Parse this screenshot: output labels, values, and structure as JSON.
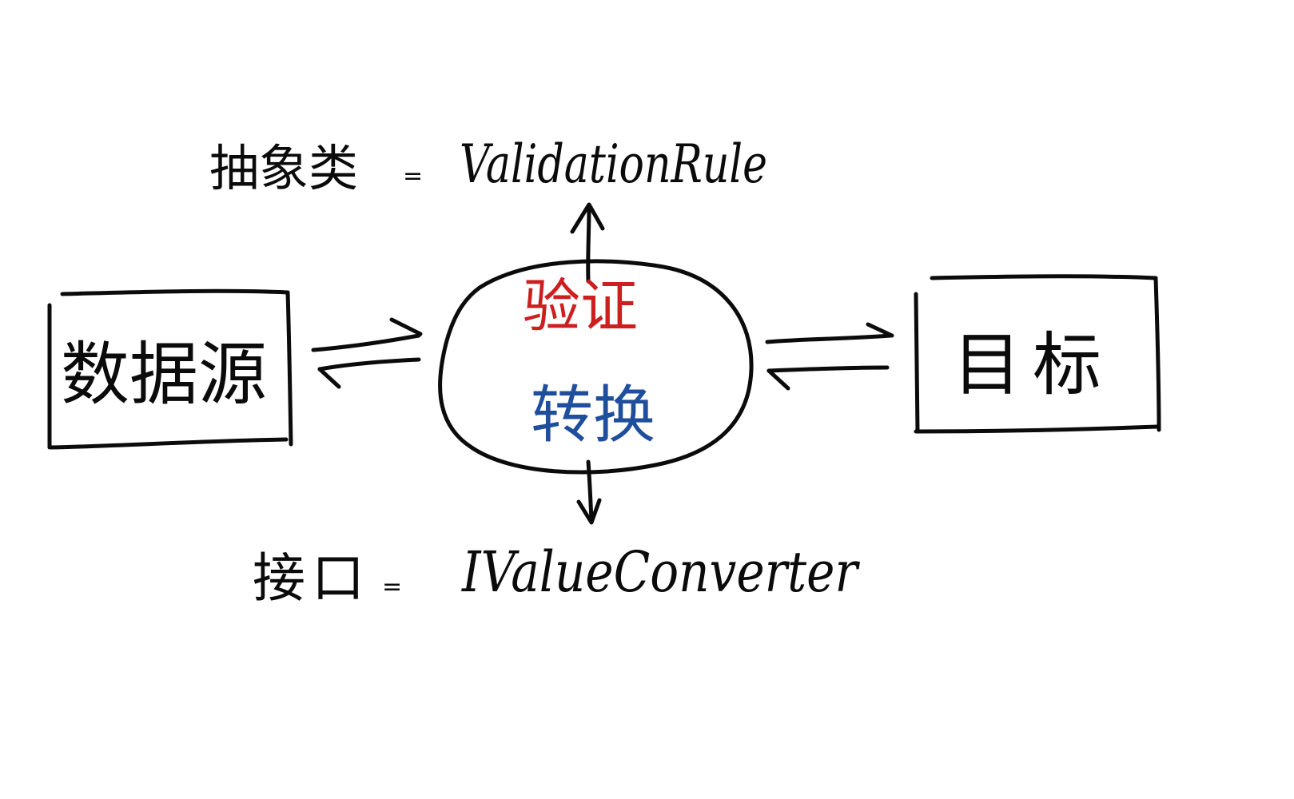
{
  "abstract_class": {
    "prefix": "抽象类",
    "separator": "=",
    "name": "ValidationRule"
  },
  "interface": {
    "prefix": "接口",
    "separator": "=",
    "name": "IValueConverter"
  },
  "source_box": {
    "label": "数据源"
  },
  "target_box": {
    "label": "目标"
  },
  "center_node": {
    "validation_label": "验证",
    "conversion_label": "转换"
  },
  "colors": {
    "ink": "#0b0b0b",
    "validation": "#cc1f1f",
    "conversion": "#1f4f9c"
  }
}
